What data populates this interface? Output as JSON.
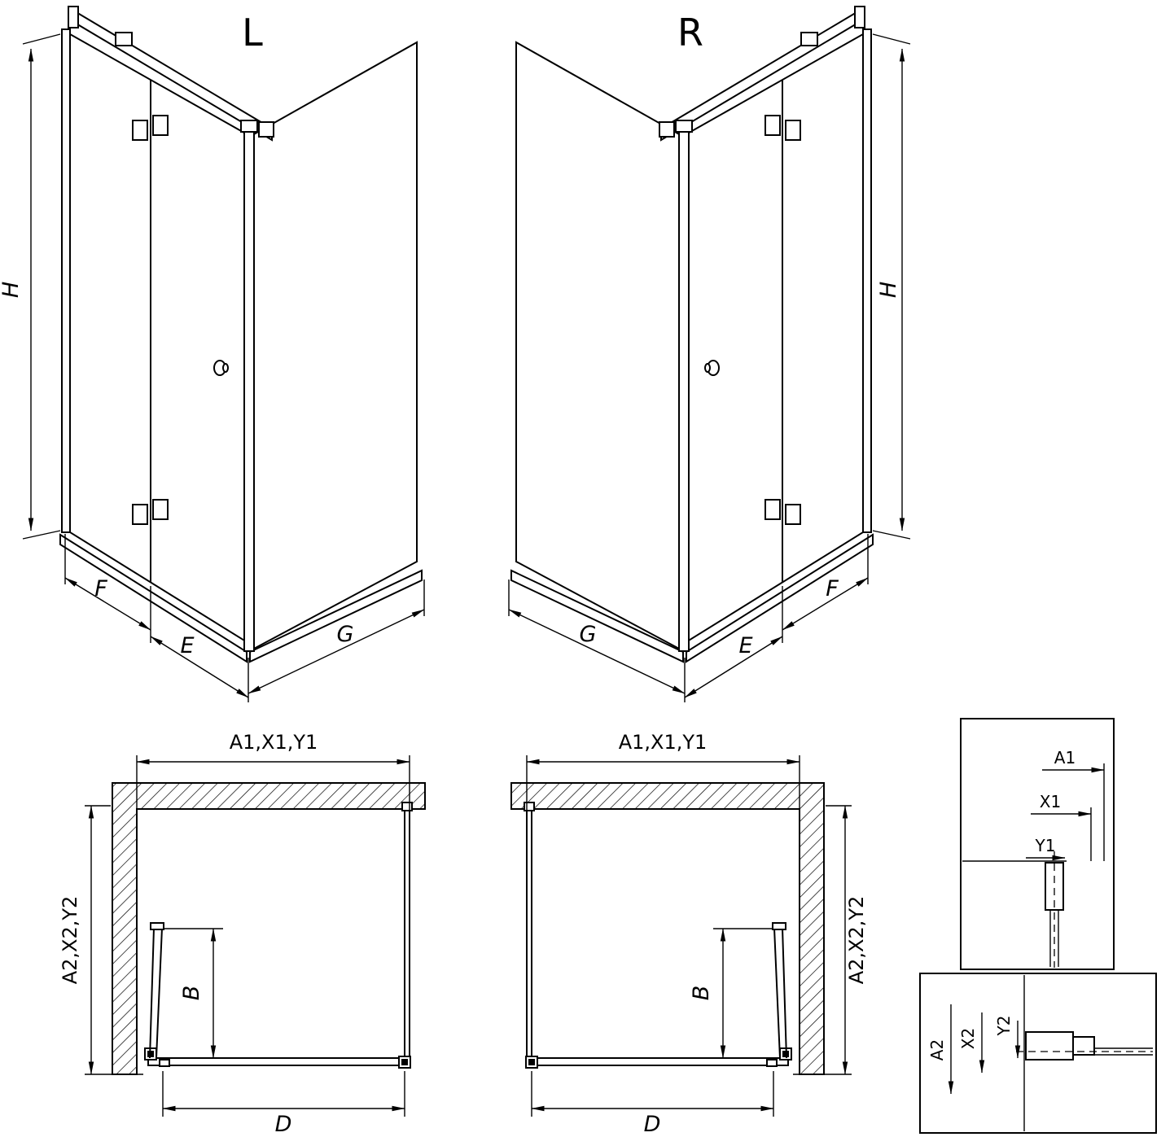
{
  "drawing": {
    "views": {
      "perspective_left": {
        "label": "L",
        "height": "H",
        "segment_f": "F",
        "segment_e": "E",
        "segment_g": "G"
      },
      "perspective_right": {
        "label": "R",
        "height": "H",
        "segment_f": "F",
        "segment_e": "E",
        "segment_g": "G"
      },
      "plan_left": {
        "top": "A1,X1,Y1",
        "side": "A2,X2,Y2",
        "door": "B",
        "opening": "D"
      },
      "plan_right": {
        "top": "A1,X1,Y1",
        "side": "A2,X2,Y2",
        "door": "B",
        "opening": "D"
      },
      "detail_profile_top": {
        "a": "A1",
        "x": "X1",
        "y": "Y1"
      },
      "detail_profile_bottom": {
        "a": "A2",
        "x": "X2",
        "y": "Y2"
      }
    },
    "colors": {
      "line": "#000000",
      "background": "#ffffff"
    }
  }
}
